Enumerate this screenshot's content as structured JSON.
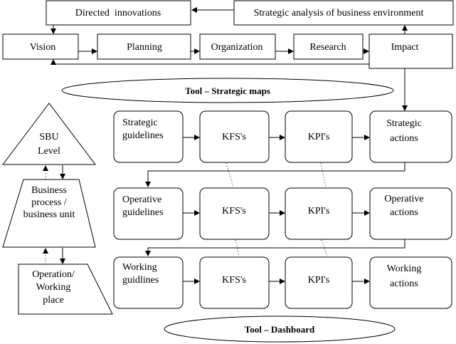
{
  "top": {
    "directed_innovations": "Directed  innovations",
    "strategic_analysis": "Strategic analysis of business environment"
  },
  "process_row": {
    "vision": "Vision",
    "planning": "Planning",
    "organization": "Organization",
    "research": "Research",
    "impact": "Impact"
  },
  "ellipses": {
    "strategic_maps": "Tool – Strategic maps",
    "dashboard": "Tool – Dashboard"
  },
  "levels": {
    "sbu": [
      "SBU",
      "Level"
    ],
    "business": [
      "Business",
      "process /",
      "business unit"
    ],
    "operation": [
      "Operation/",
      "Working",
      "place"
    ]
  },
  "rows": {
    "strategic": {
      "guidelines": [
        "Strategic",
        "guidelines"
      ],
      "kfs": "KFS's",
      "kpi": "KPI's",
      "actions": [
        "Strategic",
        "actions"
      ]
    },
    "operative": {
      "guidelines": [
        "Operative",
        "guidelines"
      ],
      "kfs": "KFS's",
      "kpi": "KPI's",
      "actions": [
        "Operative",
        "actions"
      ]
    },
    "working": {
      "guidelines": [
        "Working",
        "guidlines"
      ],
      "kfs": "KFS's",
      "kpi": "KPI's",
      "actions": [
        "Working",
        "actions"
      ]
    }
  }
}
